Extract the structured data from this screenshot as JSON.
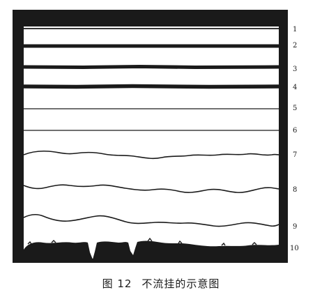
{
  "figure": {
    "line_labels": [
      "1",
      "2",
      "3",
      "4",
      "5",
      "6",
      "7",
      "8",
      "9",
      "10"
    ],
    "caption_number": "图 12",
    "caption_title": "不流挂的示意图",
    "colors": {
      "ink": "#1a1a1a",
      "paper": "#ffffff"
    }
  }
}
